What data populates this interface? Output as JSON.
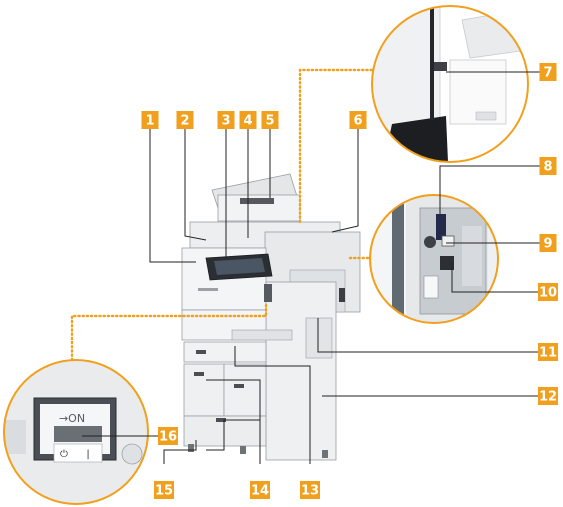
{
  "diagram": {
    "accent_color": "#f0a01c",
    "callouts": [
      "1",
      "2",
      "3",
      "4",
      "5",
      "6",
      "7",
      "8",
      "9",
      "10",
      "11",
      "12",
      "13",
      "14",
      "15",
      "16"
    ],
    "inset_switch": {
      "label_on": "→ON",
      "symbol_power": "⏻",
      "symbol_bar": "|"
    }
  }
}
